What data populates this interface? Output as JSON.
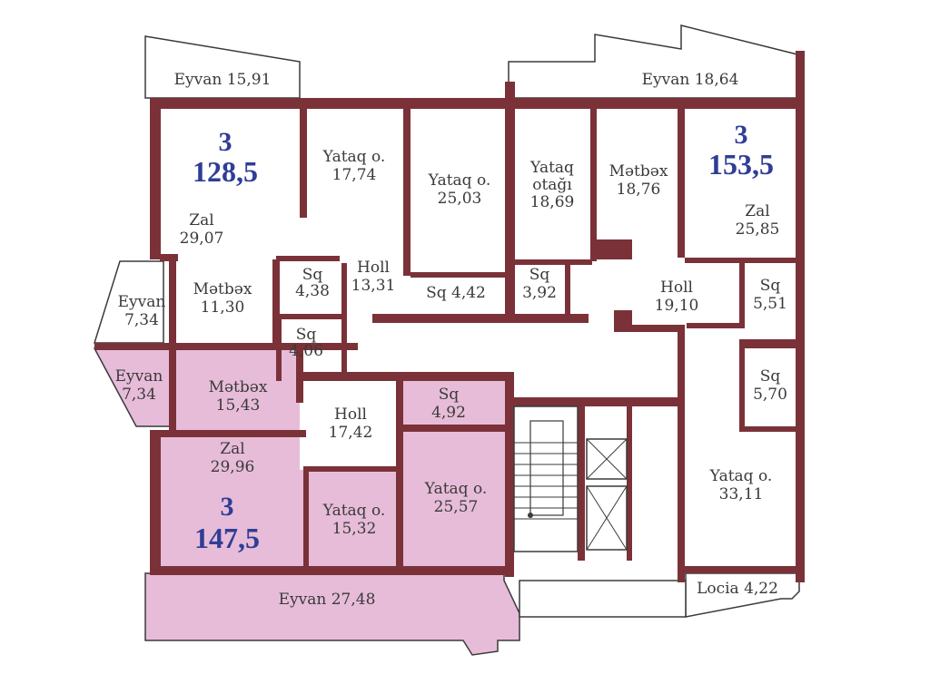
{
  "units": {
    "top_left": {
      "rooms": "3",
      "area": "128,5"
    },
    "top_right": {
      "rooms": "3",
      "area": "153,5"
    },
    "highlight": {
      "rooms": "3",
      "area": "147,5"
    }
  },
  "rooms": {
    "eyvan_top_left": [
      "Eyvan 15,91"
    ],
    "eyvan_top_right": [
      "Eyvan 18,64"
    ],
    "zal_tl": [
      "Zal",
      "29,07"
    ],
    "yataq_tl": [
      "Yataq o.",
      "17,74"
    ],
    "yataq_tc": [
      "Yataq o.",
      "25,03"
    ],
    "yataq_otagi": [
      "Yataq",
      "otağı",
      "18,69"
    ],
    "metbex_tr": [
      "Mətbəx",
      "18,76"
    ],
    "zal_tr": [
      "Zal",
      "25,85"
    ],
    "eyvan_l1": [
      "Eyvan",
      "7,34"
    ],
    "metbex_l1": [
      "Mətbəx",
      "11,30"
    ],
    "sq_438": [
      "Sq",
      "4,38"
    ],
    "holl_1331": [
      "Holl",
      "13,31"
    ],
    "sq_442": [
      "Sq 4,42"
    ],
    "sq_392": [
      "Sq",
      "3,92"
    ],
    "holl_1910": [
      "Holl",
      "19,10"
    ],
    "sq_551": [
      "Sq",
      "5,51"
    ],
    "sq_406": [
      "Sq",
      "4,06"
    ],
    "eyvan_l2": [
      "Eyvan",
      "7,34"
    ],
    "metbex_l2": [
      "Mətbəx",
      "15,43"
    ],
    "holl_1742": [
      "Holl",
      "17,42"
    ],
    "sq_492": [
      "Sq",
      "4,92"
    ],
    "sq_570": [
      "Sq",
      "5,70"
    ],
    "zal_bl": [
      "Zal",
      "29,96"
    ],
    "yataq_1532": [
      "Yataq o.",
      "15,32"
    ],
    "yataq_2557": [
      "Yataq o.",
      "25,57"
    ],
    "yataq_3311": [
      "Yataq o.",
      "33,11"
    ],
    "locia": [
      "Locia 4,22"
    ],
    "eyvan_bottom": [
      "Eyvan 27,48"
    ]
  },
  "colors": {
    "wall": "#7a3238",
    "highlight": "#e7bcd8",
    "unit_number": "#2f3d96",
    "label": "#3a3a3a"
  }
}
